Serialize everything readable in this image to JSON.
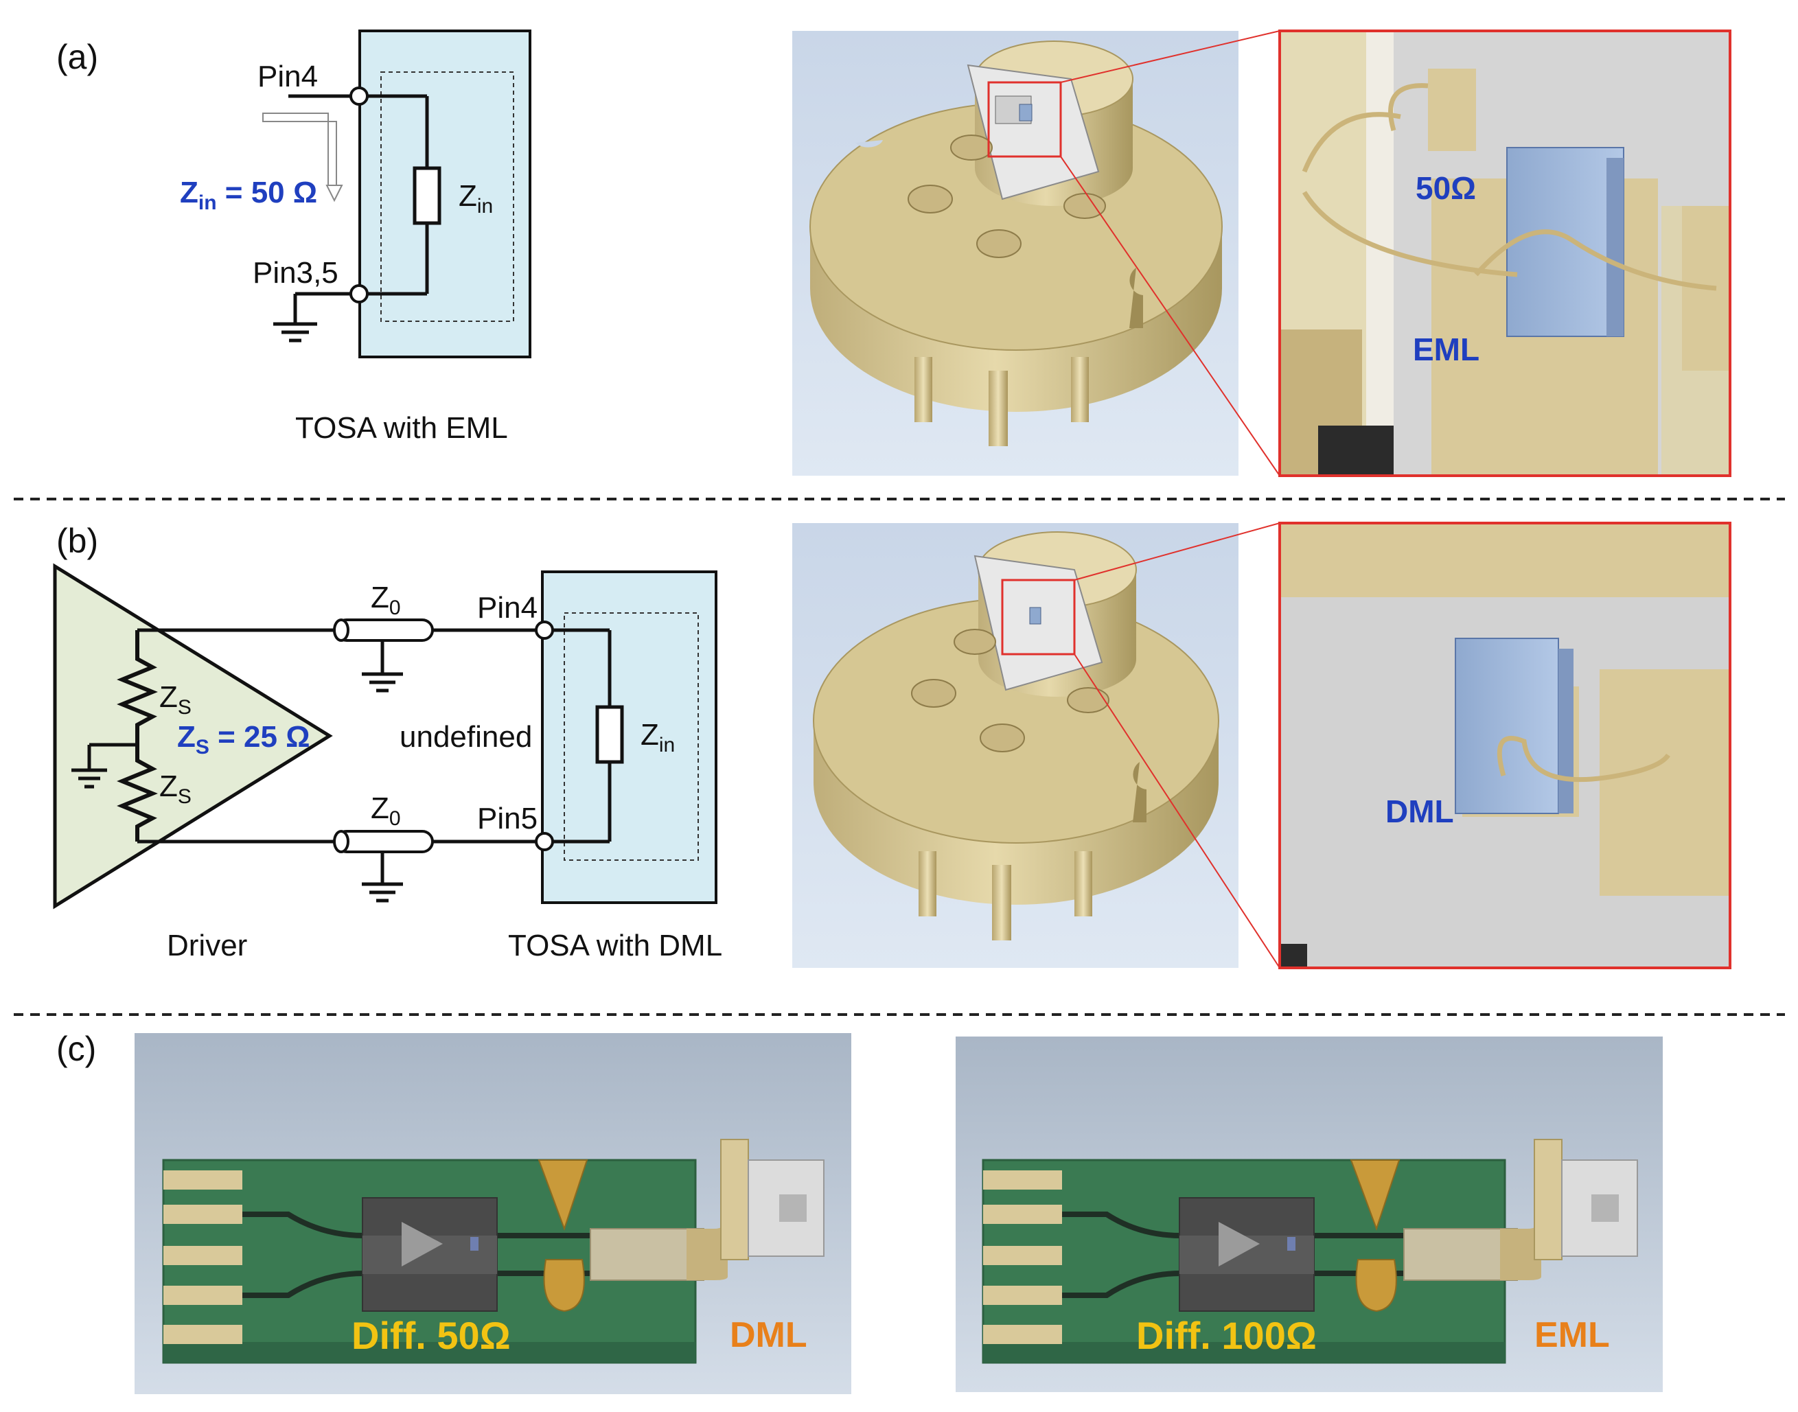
{
  "panels": {
    "a": {
      "label": "(a)",
      "pin_top": "Pin4",
      "pin_bottom": "Pin3,5",
      "zin_eq_main": "Z",
      "zin_eq_sub": "in",
      "zin_eq_rest": " = 50 Ω",
      "zin_main": "Z",
      "zin_sub": "in",
      "caption": "TOSA with EML",
      "detail_impedance": "50Ω",
      "detail_chip": "EML"
    },
    "b": {
      "label": "(b)",
      "z0_main": "Z",
      "z0_sub": "0",
      "pin_top": "Pin4",
      "pin_bottom": "Pin5",
      "zs_main": "Z",
      "zs_sub": "S",
      "zs_eq_main": "Z",
      "zs_eq_sub": "S",
      "zs_eq_rest": " = 25 Ω",
      "undefined": "undefined",
      "zin_main": "Z",
      "zin_sub": "in",
      "caption_driver": "Driver",
      "caption_tosa": "TOSA with DML",
      "detail_chip": "DML"
    },
    "c": {
      "label": "(c)",
      "left_impedance": "Diff. 50Ω",
      "left_device": "DML",
      "right_impedance": "Diff. 100Ω",
      "right_device": "EML"
    }
  },
  "colors": {
    "accent_blue": "#1f3fbf",
    "accent_yellow": "#f2c313",
    "accent_orange": "#e8801a",
    "tosa_box": "#d6ecf3",
    "driver_fill": "#e4ecd6",
    "detail_frame": "#e0312c",
    "gold": "#d9c99a",
    "pcb": "#3a7a52"
  }
}
